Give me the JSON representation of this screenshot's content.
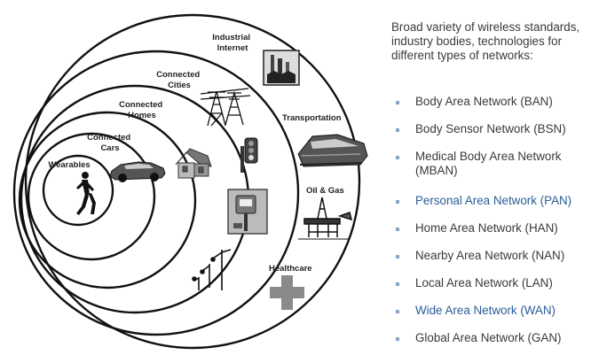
{
  "diagram": {
    "rings": [
      {
        "label": "Wearables"
      },
      {
        "label": "Connected\nCars"
      },
      {
        "label": "Connected\nHomes"
      },
      {
        "label": "Connected\nCities"
      },
      {
        "label": "Industrial\nInternet"
      }
    ],
    "outer_labels": [
      "Transportation",
      "Oil & Gas",
      "Healthcare"
    ]
  },
  "intro_text": "Broad variety of wireless standards, industry bodies, technologies for different types of networks:",
  "networks": [
    {
      "label": "Body Area Network (BAN)",
      "accent": false
    },
    {
      "label": "Body Sensor Network (BSN)",
      "accent": false
    },
    {
      "label": "Medical Body Area Network (MBAN)",
      "accent": false
    },
    {
      "label": "Personal Area Network (PAN)",
      "accent": true
    },
    {
      "label": "Home Area Network (HAN)",
      "accent": false
    },
    {
      "label": "Nearby Area Network (NAN)",
      "accent": false
    },
    {
      "label": "Local Area Network (LAN)",
      "accent": false
    },
    {
      "label": "Wide Area Network (WAN)",
      "accent": true
    },
    {
      "label": "Global Area Network (GAN)",
      "accent": false
    }
  ],
  "colors": {
    "accent": "#2b5d96",
    "text": "#3a3a3a",
    "bullet": "#8aa3c2",
    "ring": "#111111"
  }
}
